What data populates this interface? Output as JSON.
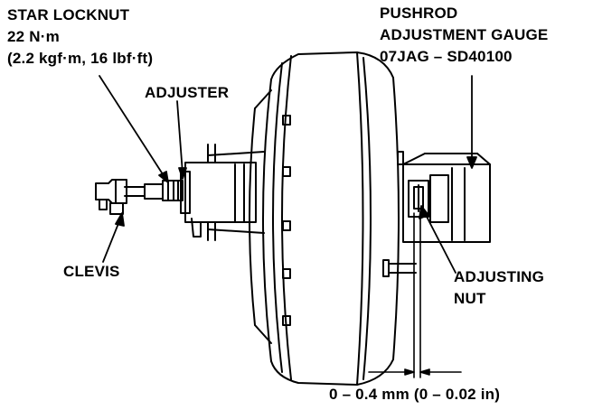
{
  "labels": {
    "star_locknut": {
      "title": "STAR LOCKNUT",
      "torque_nm": "22 N·m",
      "torque_alt": "(2.2 kgf·m, 16 lbf·ft)"
    },
    "adjuster": "ADJUSTER",
    "clevis": "CLEVIS",
    "pushrod_gauge": {
      "line1": "PUSHROD",
      "line2": "ADJUSTMENT GAUGE",
      "part_number": "07JAG – SD40100"
    },
    "adjusting_nut": {
      "line1": "ADJUSTING",
      "line2": "NUT"
    },
    "clearance": "0 – 0.4 mm (0 – 0.02 in)"
  },
  "colors": {
    "ink": "#000000",
    "background": "#ffffff"
  }
}
